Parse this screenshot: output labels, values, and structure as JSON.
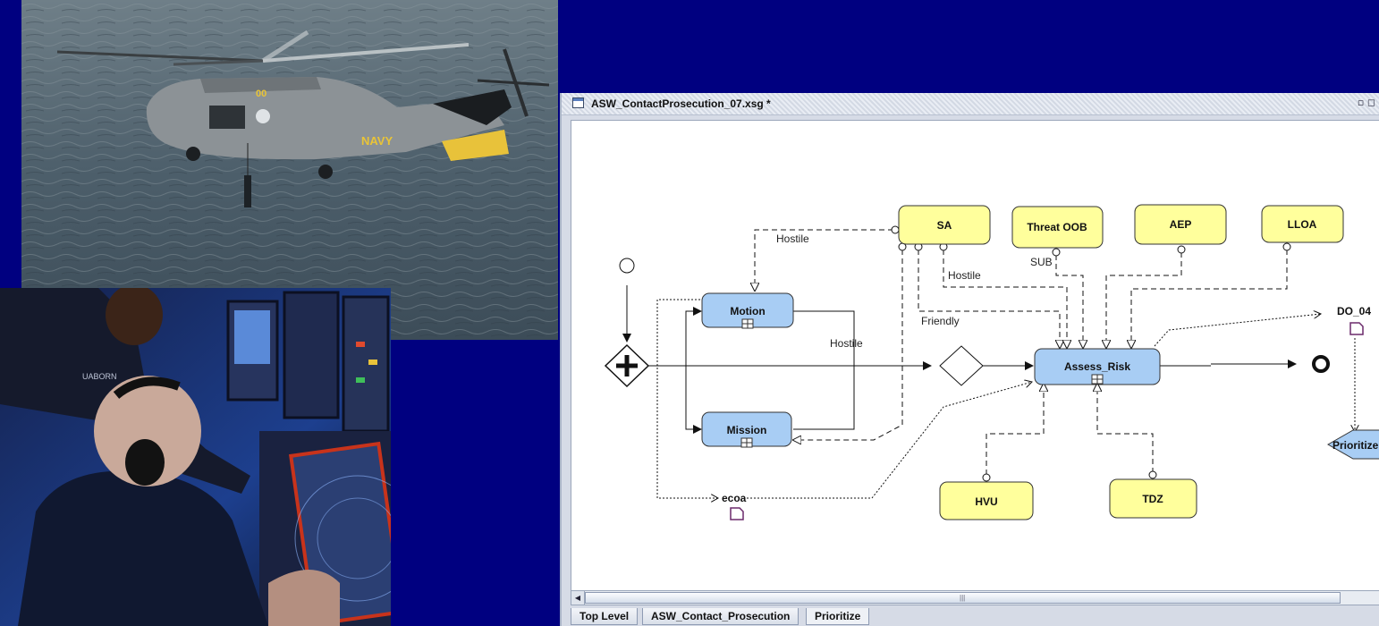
{
  "window": {
    "title": "ASW_ContactProsecution_07.xsg *",
    "controls": "▫ ◻"
  },
  "photos": {
    "top": {
      "hull_marking": "NAVY",
      "tail_code": "00"
    },
    "bottom": {
      "patch_text": "UABORN"
    }
  },
  "diagram": {
    "nodes": {
      "sa": "SA",
      "threat_oob": "Threat OOB",
      "aep": "AEP",
      "lloa": "LLOA",
      "motion": "Motion",
      "mission": "Mission",
      "assess_risk": "Assess_Risk",
      "hvu": "HVU",
      "tdz": "TDZ",
      "prioritize": "Prioritize",
      "do_04": "DO_04",
      "ecoa": "ecoa"
    },
    "edge_labels": {
      "hostile_top": "Hostile",
      "hostile_sa": "Hostile",
      "friendly": "Friendly",
      "hostile_motion": "Hostile",
      "sub": "SUB"
    }
  },
  "tabs": [
    "Top Level",
    "ASW_Contact_Prosecution",
    "Prioritize"
  ],
  "colors": {
    "background": "#000080",
    "task_fill": "#a8cdf4",
    "data_fill": "#ffff9c"
  }
}
